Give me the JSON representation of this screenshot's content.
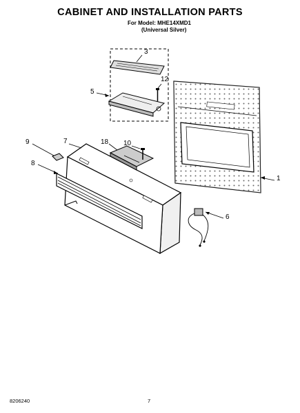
{
  "header": {
    "title": "CABINET AND INSTALLATION PARTS",
    "model_line": "For Model: MHE14XMD1",
    "color_line": "(Universal Silver)"
  },
  "callouts": [
    "1",
    "3",
    "5",
    "6",
    "7",
    "8",
    "9",
    "10",
    "12",
    "18"
  ],
  "footer": {
    "doc_number": "8206240",
    "page_number": "7"
  }
}
